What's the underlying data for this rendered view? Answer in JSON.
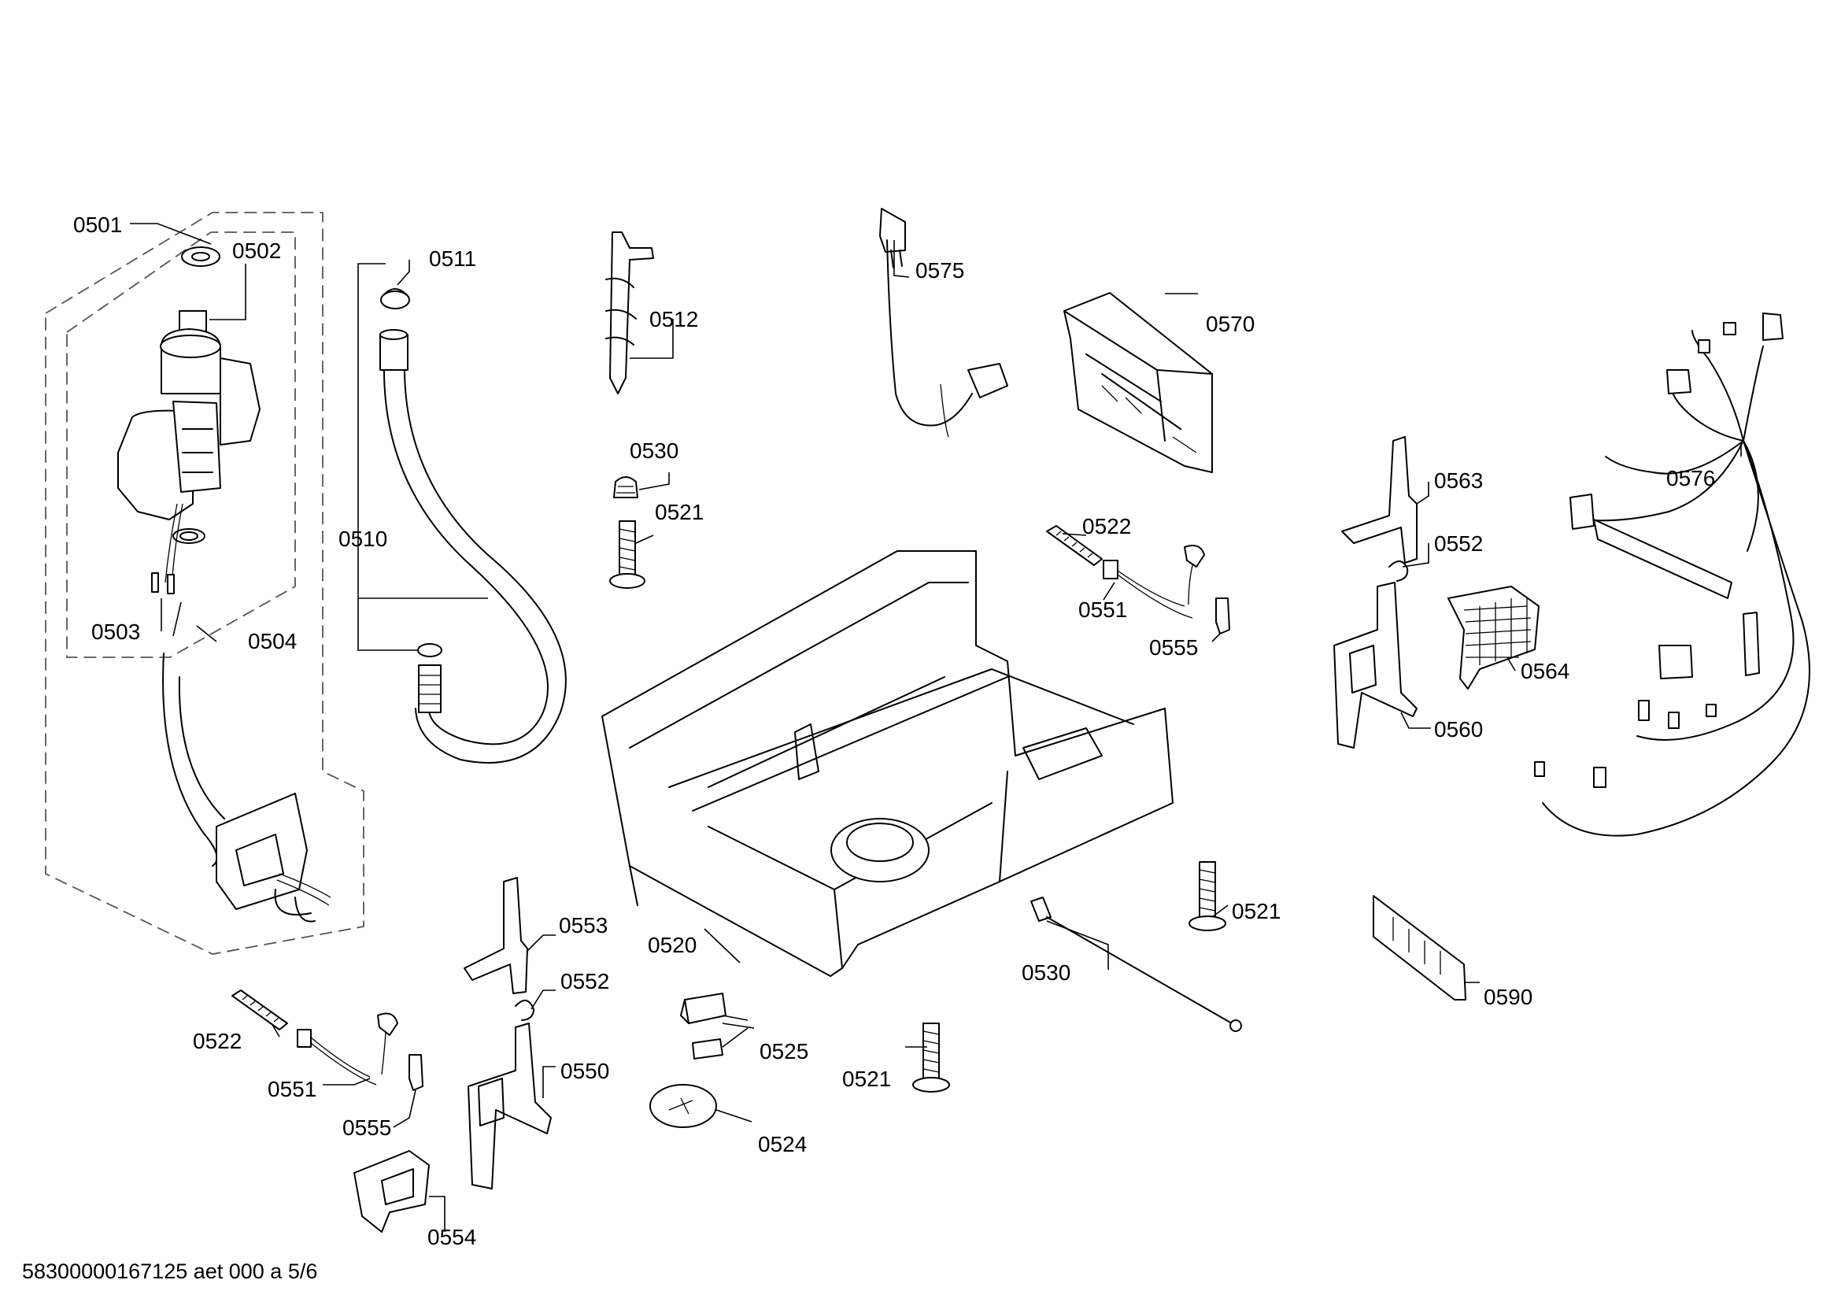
{
  "document": {
    "footer_text": "58300000167125 aet 000 a 5/6"
  },
  "labels": {
    "l0501": "0501",
    "l0502": "0502",
    "l0503": "0503",
    "l0504": "0504",
    "l0510": "0510",
    "l0511": "0511",
    "l0512": "0512",
    "l0520": "0520",
    "l0521a": "0521",
    "l0521b": "0521",
    "l0521c": "0521",
    "l0522a": "0522",
    "l0522b": "0522",
    "l0524": "0524",
    "l0525": "0525",
    "l0530a": "0530",
    "l0530b": "0530",
    "l0550": "0550",
    "l0551a": "0551",
    "l0551b": "0551",
    "l0552a": "0552",
    "l0552b": "0552",
    "l0553": "0553",
    "l0554": "0554",
    "l0555a": "0555",
    "l0555b": "0555",
    "l0560": "0560",
    "l0563": "0563",
    "l0564": "0564",
    "l0570": "0570",
    "l0575": "0575",
    "l0576": "0576",
    "l0590": "0590"
  }
}
